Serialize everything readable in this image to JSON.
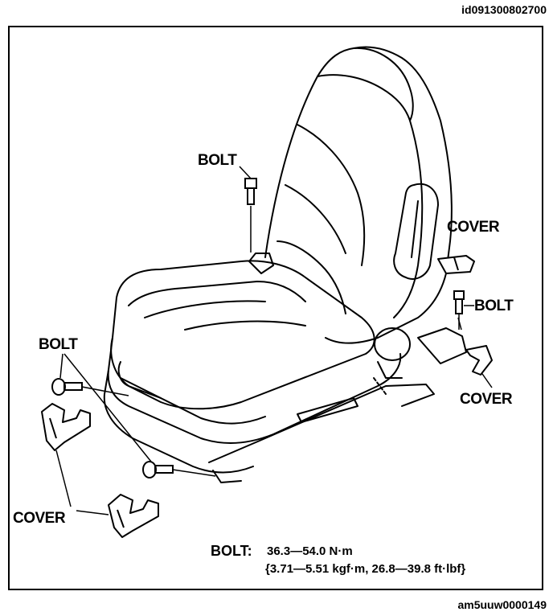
{
  "ids": {
    "top": "id091300802700",
    "bottom": "am5uuw0000149"
  },
  "labels": {
    "bolt_top": "BOLT",
    "cover_right_upper": "COVER",
    "bolt_right": "BOLT",
    "cover_right_lower": "COVER",
    "bolt_left": "BOLT",
    "cover_left": "COVER"
  },
  "spec": {
    "label": "BOLT:",
    "torque_nm": "36.3—54.0 N·m",
    "torque_alt": "{3.71—5.51 kgf·m, 26.8—39.8 ft·lbf}"
  }
}
